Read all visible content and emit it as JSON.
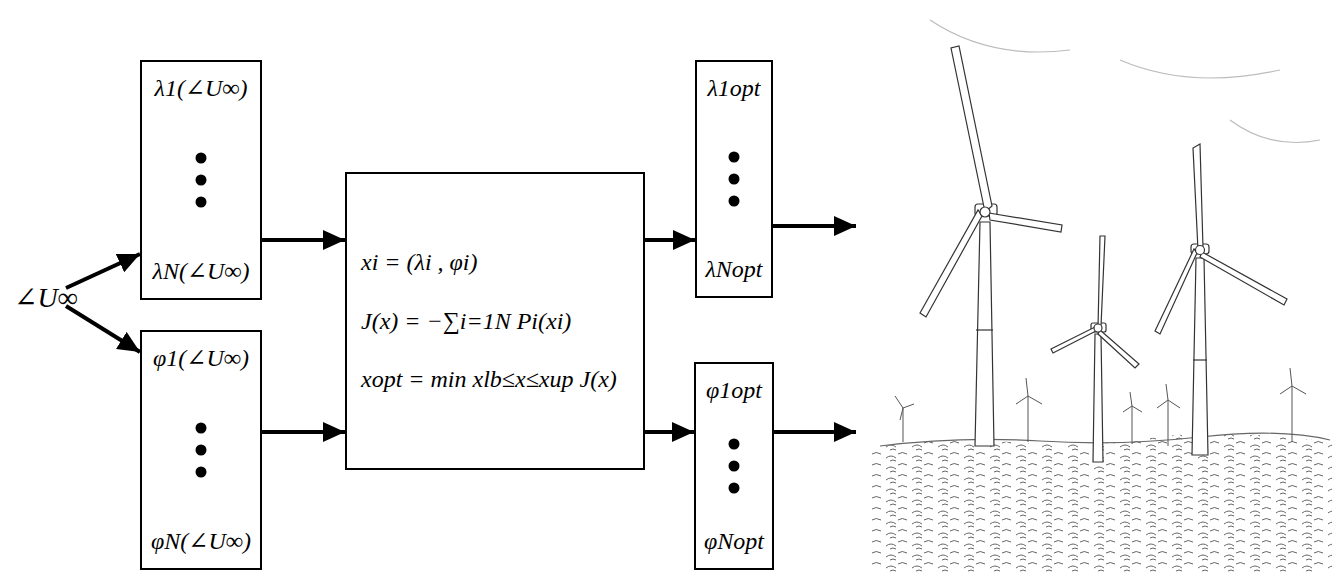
{
  "diagram": {
    "nodes": [
      {
        "text": [
          "λ1(∠U∞)",
          "λN(∠U∞)"
        ]
      },
      {
        "text": [
          "φ1(∠U∞)",
          "φN(∠U∞)"
        ]
      },
      {
        "text": [
          "xi = (λi , φi)",
          "J(x) = −∑i=1N Pi(xi)",
          "xopt = min xlb≤x≤xup J(x)"
        ]
      },
      {
        "text": [
          "λ1opt",
          "λNopt"
        ]
      },
      {
        "text": [
          "φ1opt",
          "φNopt"
        ]
      }
    ],
    "edges": [
      {
        "from": 0,
        "to": 2,
        "arrow": "to"
      },
      {
        "from": 1,
        "to": 2,
        "arrow": "to"
      },
      {
        "from": 2,
        "to": 3,
        "arrow": "to"
      },
      {
        "from": 2,
        "to": 4,
        "arrow": "to"
      }
    ],
    "labels": [
      "∠U∞"
    ]
  }
}
